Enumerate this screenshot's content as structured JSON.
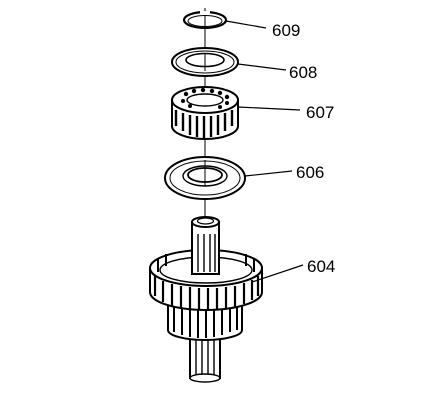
{
  "callouts": [
    {
      "id": "609",
      "label": "609"
    },
    {
      "id": "608",
      "label": "608"
    },
    {
      "id": "607",
      "label": "607"
    },
    {
      "id": "606",
      "label": "606"
    },
    {
      "id": "604",
      "label": "604"
    }
  ],
  "parts": [
    {
      "callout": "609",
      "icon": "snap-ring-icon"
    },
    {
      "callout": "608",
      "icon": "thrust-washer-icon"
    },
    {
      "callout": "607",
      "icon": "needle-bearing-icon"
    },
    {
      "callout": "606",
      "icon": "bearing-race-icon"
    },
    {
      "callout": "604",
      "icon": "sprocket-shaft-icon"
    }
  ],
  "colors": {
    "line": "#000000",
    "background": "#ffffff"
  }
}
